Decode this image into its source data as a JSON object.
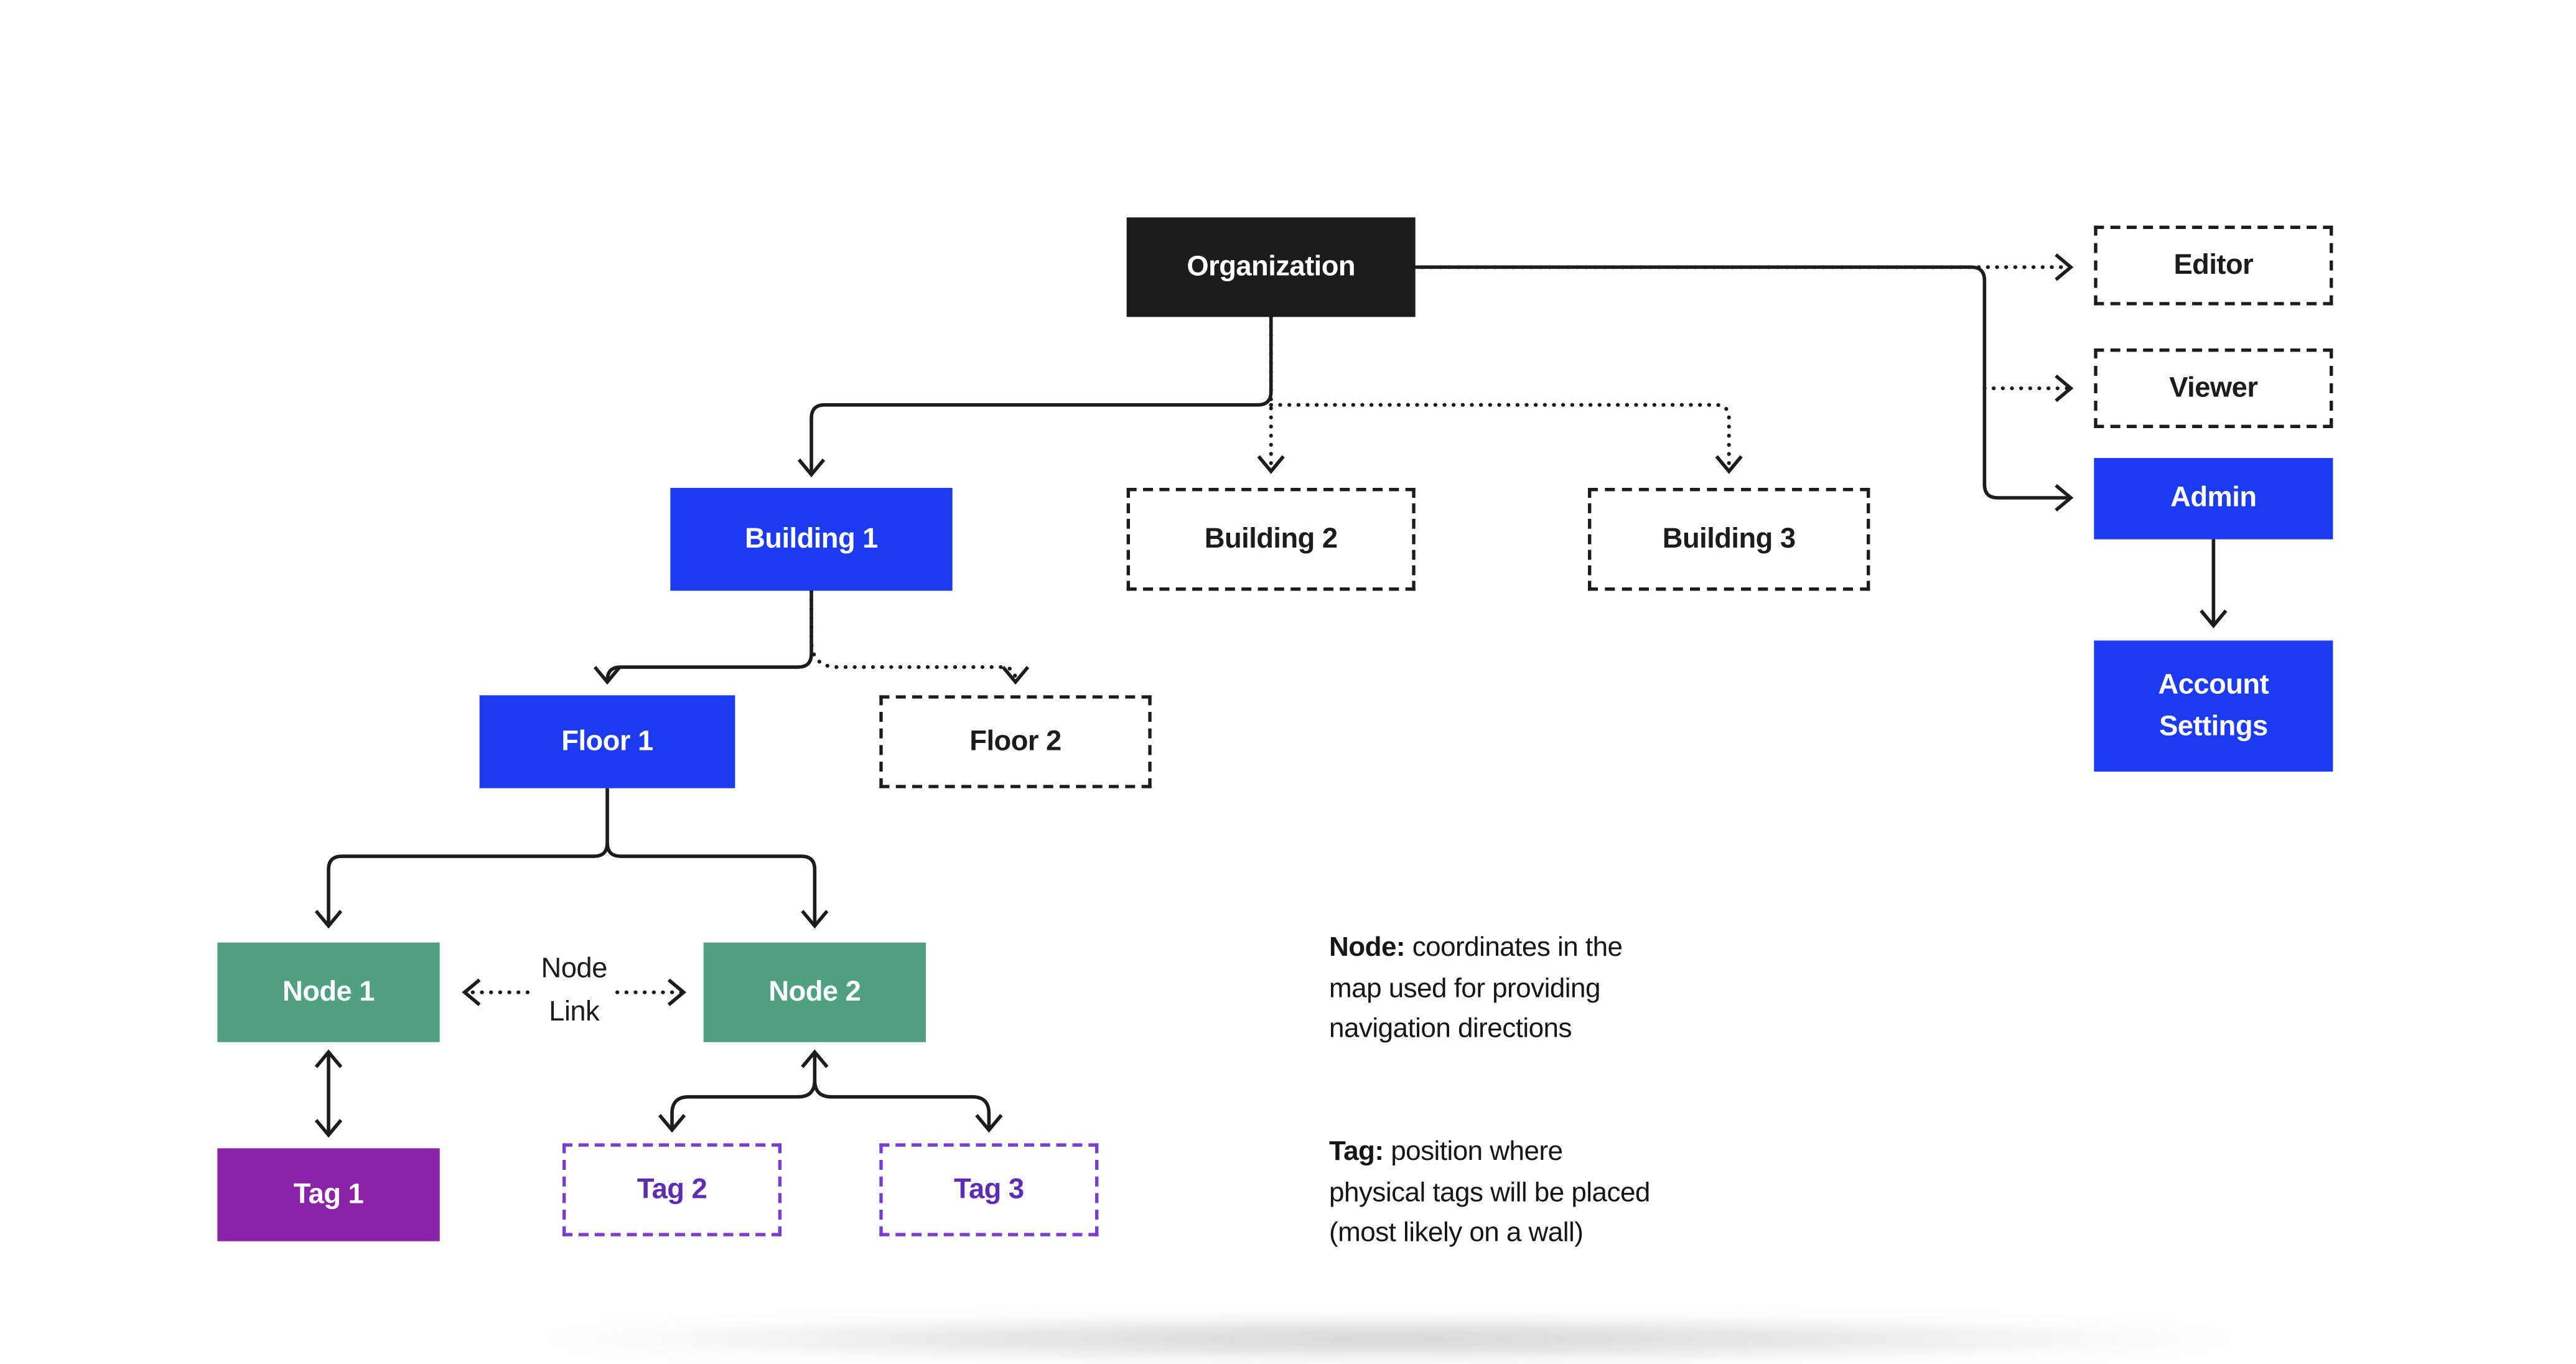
{
  "colors": {
    "dark": "#1c1c1c",
    "accent_blue": "#1c3bf0",
    "teal": "#4fa182",
    "purple_fill": "#8a23a8",
    "purple_outline": "#7a3bd0",
    "purple_text": "#5c2db4",
    "line": "#1c1c1c"
  },
  "boxes": {
    "organization": {
      "label": "Organization",
      "style": "solid-dark"
    },
    "editor": {
      "label": "Editor",
      "style": "dashed"
    },
    "viewer": {
      "label": "Viewer",
      "style": "dashed"
    },
    "admin": {
      "label": "Admin",
      "style": "solid-blue"
    },
    "account_settings": {
      "label": "Account Settings",
      "style": "solid-blue"
    },
    "building1": {
      "label": "Building 1",
      "style": "solid-blue"
    },
    "building2": {
      "label": "Building 2",
      "style": "dashed"
    },
    "building3": {
      "label": "Building 3",
      "style": "dashed"
    },
    "floor1": {
      "label": "Floor 1",
      "style": "solid-blue"
    },
    "floor2": {
      "label": "Floor 2",
      "style": "dashed"
    },
    "node1": {
      "label": "Node 1",
      "style": "solid-teal"
    },
    "node2": {
      "label": "Node 2",
      "style": "solid-teal"
    },
    "tag1": {
      "label": "Tag 1",
      "style": "solid-purple"
    },
    "tag2": {
      "label": "Tag 2",
      "style": "dashed-purple"
    },
    "tag3": {
      "label": "Tag 3",
      "style": "dashed-purple"
    }
  },
  "labels": {
    "node_link": "Node\nLink"
  },
  "annotations": {
    "node": {
      "term": "Node:",
      "rest": " coordinates in the\nmap used for providing\nnavigation directions"
    },
    "tag": {
      "term": "Tag:",
      "rest": " position where\nphysical tags will be placed\n(most likely on a wall)"
    }
  }
}
